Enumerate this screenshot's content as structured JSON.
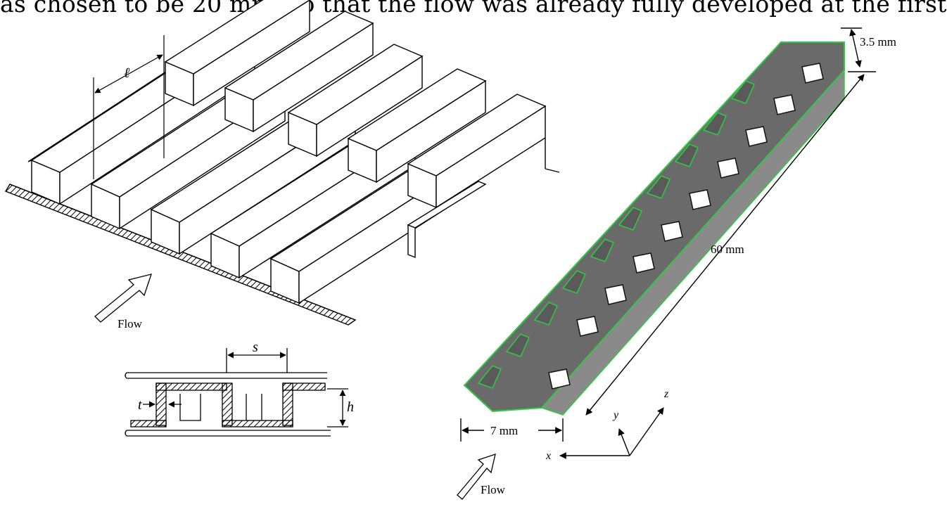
{
  "caption_text": "as chosen to be 20 mm, so that the flow was already fully developed at the first",
  "left_figure": {
    "length_label": "ℓ",
    "flow_label": "Flow",
    "section_spacing_label": "s",
    "section_thickness_label": "t",
    "section_height_label": "h"
  },
  "right_figure": {
    "height_label": "3.5 mm",
    "length_label": "60 mm",
    "width_label": "7 mm",
    "flow_label": "Flow",
    "axis_x_label": "x",
    "axis_y_label": "y",
    "axis_z_label": "z"
  },
  "colors": {
    "line": "#000000",
    "fin_surface": "#6a6a6a",
    "fin_edge": "#2ecc40",
    "background": "#ffffff"
  }
}
